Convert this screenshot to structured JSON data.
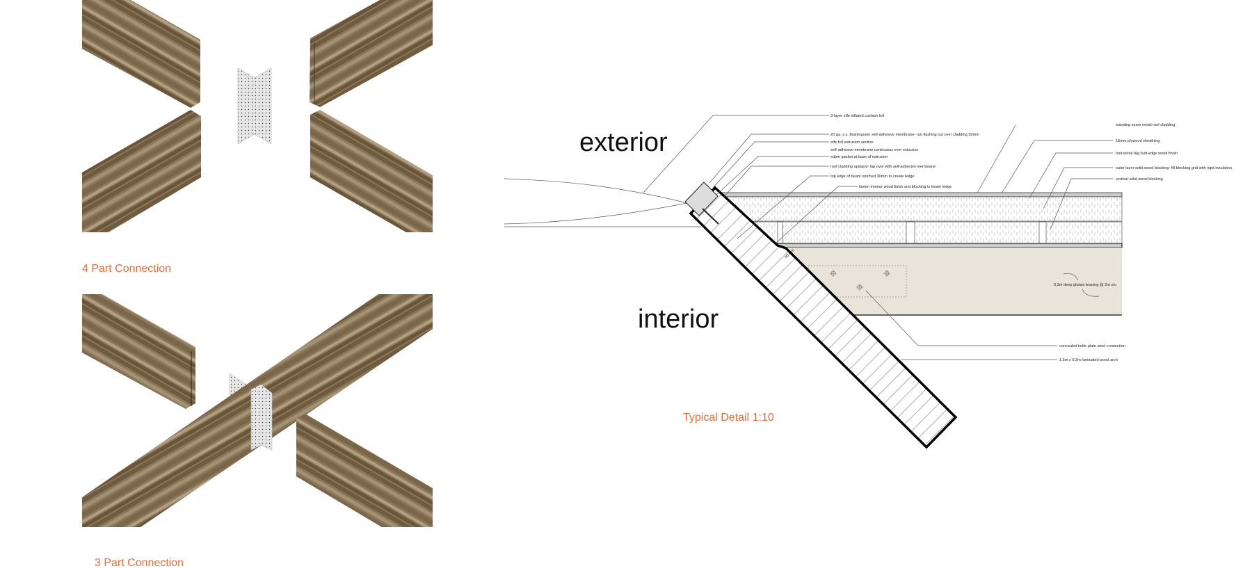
{
  "captions": {
    "four_part": "4 Part Connection",
    "three_part": "3 Part Connection",
    "detail": "Typical Detail 1:10"
  },
  "zones": {
    "exterior": "exterior",
    "interior": "interior"
  },
  "annotations_left": [
    "3-layer etfe inflated cushion foil",
    "20 ga. s.s. flashingover self-adhesive membrane- run flashing out over cladding 50mm",
    "etfe foil extrusion section",
    "self-adhesive membrane continuous over extrusion",
    "edpm gasket at base of extrusion",
    "roof cladding upstand- lap over with self-adhesive membrane",
    "top edge of beam notched 30mm to create ledge",
    "fasten interior wood finish and blocking to beam ledge"
  ],
  "annotations_right": [
    "standing seam metal roof cladding",
    "15mm plywood sheathing",
    "horizontal t&g butt-edge wood finish",
    "outer layer solid wood blocking- fill blocking grid with rigid insulation",
    "vertical solid wood blocking"
  ],
  "annotations_bottom": [
    "concealed knife-plate steel connection",
    "1.5m x 0.2m laminated wood arch"
  ],
  "glulam_note": "0.3m deep glulam bracing @ 2m o/c",
  "dimension": "30 mm",
  "colors": {
    "accent": "#f26a35",
    "wood": "#8a7658",
    "glulam": "#e8e4da"
  }
}
